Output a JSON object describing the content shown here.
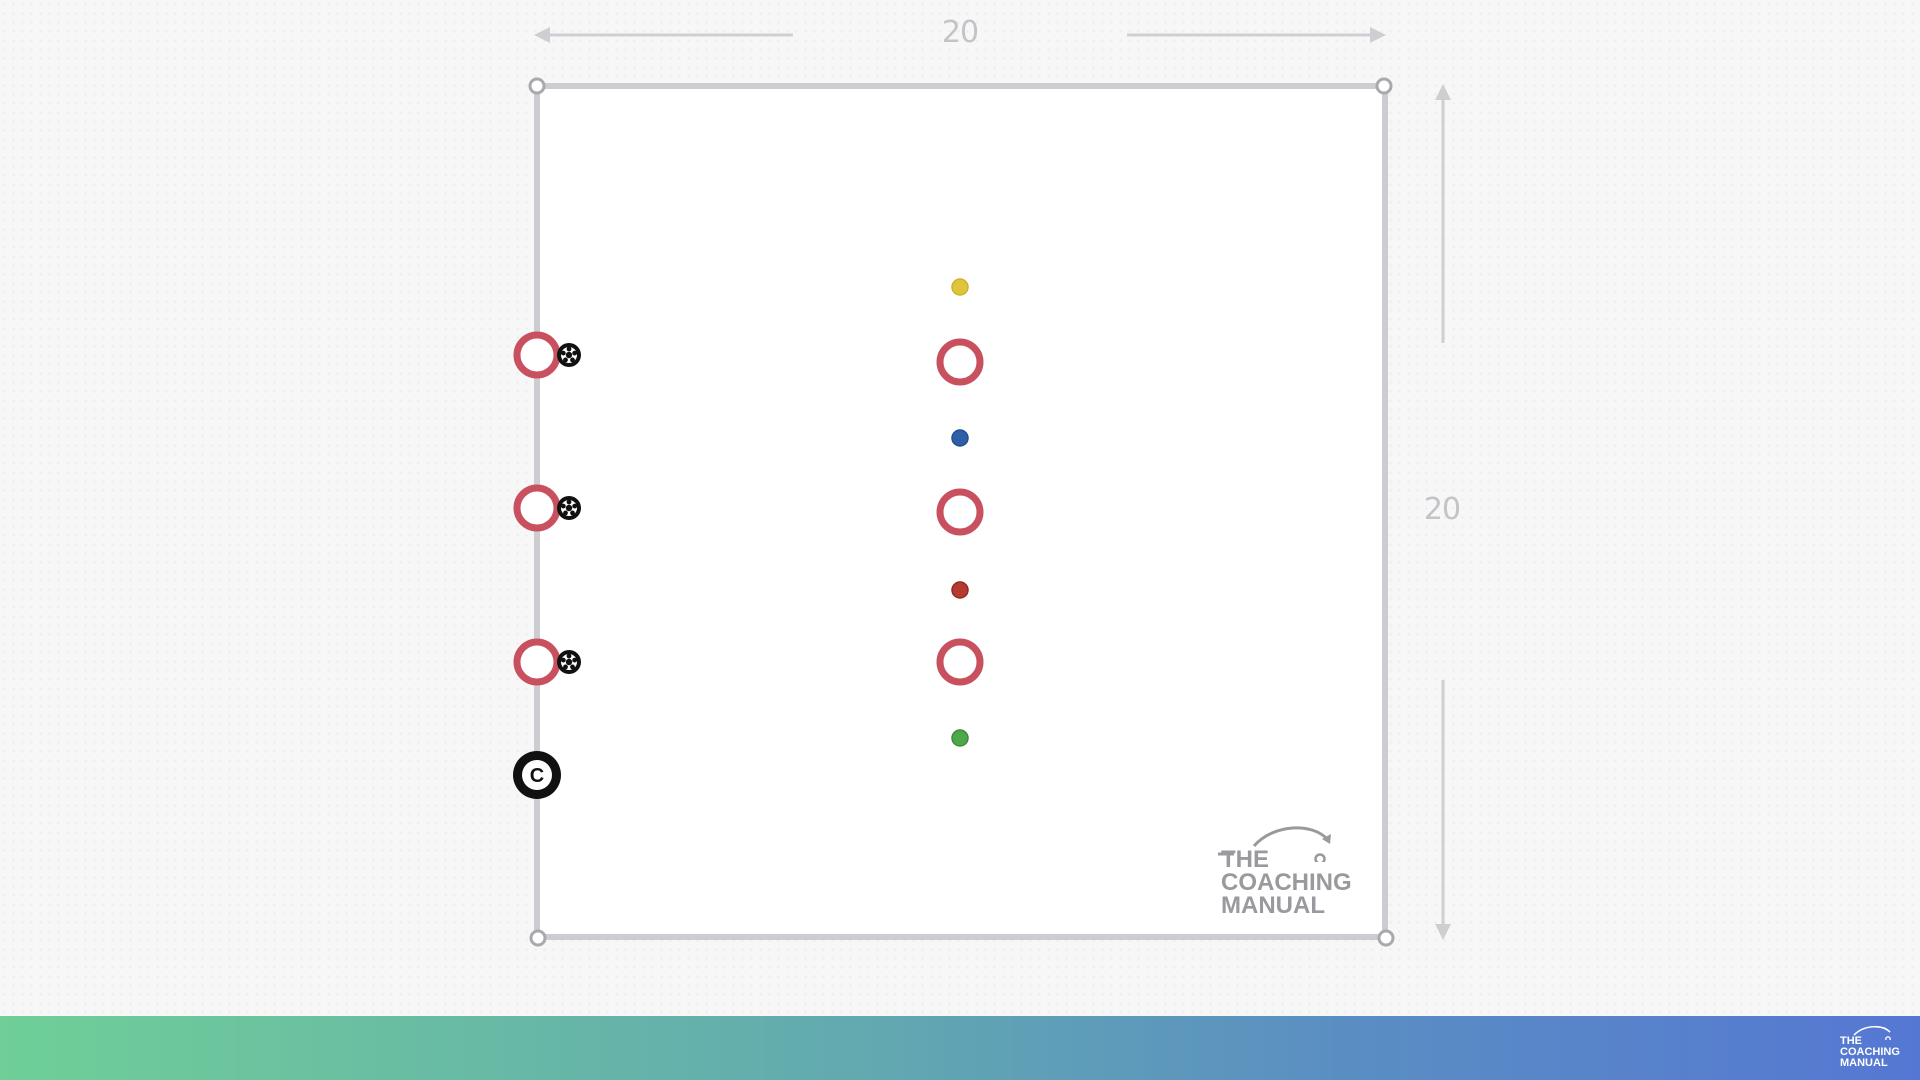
{
  "dimensions": {
    "width_label": "20",
    "height_label": "20"
  },
  "field": {
    "border_color": "#cdcdd1",
    "background": "#ffffff"
  },
  "markers": {
    "cone_color": "#c9505f",
    "dot_colors": {
      "yellow": "#e0c43a",
      "blue": "#2e5fa8",
      "red": "#b53a2f",
      "green": "#4ea84a"
    },
    "coach_symbol": "C"
  },
  "watermark": {
    "line1": "THE",
    "line2": "COACHING",
    "line3": "MANUAL"
  },
  "footer_logo": {
    "line1": "THE",
    "line2": "COACHING",
    "line3": "MANUAL"
  },
  "footer_gradient": [
    "#6fcf97",
    "#5577d3"
  ]
}
